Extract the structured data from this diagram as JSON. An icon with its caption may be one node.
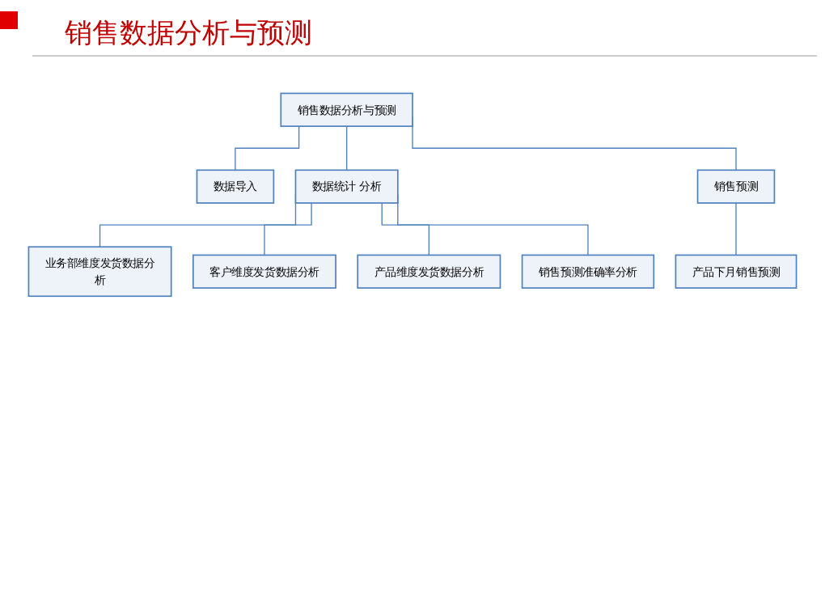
{
  "diagram": {
    "title": "销售数据分析与预测",
    "nodes": [
      {
        "text": [
          "销售数据分析与预测"
        ]
      },
      {
        "text": [
          "数据导入"
        ]
      },
      {
        "text": [
          "数据统计 分析"
        ]
      },
      {
        "text": [
          "销售预测"
        ]
      },
      {
        "text": [
          "业务部维度发货数据分析"
        ]
      },
      {
        "text": [
          "客户维度发货数据分析"
        ]
      },
      {
        "text": [
          "产品维度发货数据分析"
        ]
      },
      {
        "text": [
          "销售预测准确率分析"
        ]
      },
      {
        "text": [
          "产品下月销售预测"
        ]
      }
    ],
    "edges": [
      {
        "from": 0,
        "to": 1,
        "arrow": "none"
      },
      {
        "from": 0,
        "to": 2,
        "arrow": "none"
      },
      {
        "from": 0,
        "to": 3,
        "arrow": "none"
      },
      {
        "from": 2,
        "to": 4,
        "arrow": "none"
      },
      {
        "from": 2,
        "to": 5,
        "arrow": "none"
      },
      {
        "from": 2,
        "to": 6,
        "arrow": "none"
      },
      {
        "from": 2,
        "to": 7,
        "arrow": "none"
      },
      {
        "from": 3,
        "to": 8,
        "arrow": "none"
      }
    ]
  }
}
